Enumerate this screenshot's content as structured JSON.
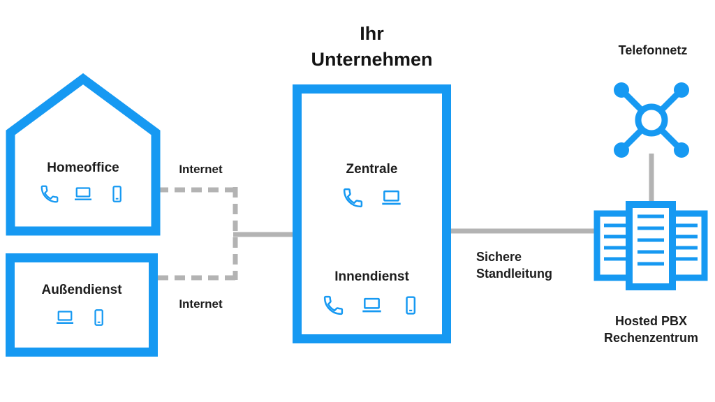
{
  "colors": {
    "accent_blue": "#1699f2",
    "line_gray": "#b3b3b3",
    "text_dark": "#1d1d1d"
  },
  "title": {
    "line1": "Ihr",
    "line2": "Unternehmen"
  },
  "homeoffice": {
    "label": "Homeoffice",
    "icons": [
      "phone-icon",
      "laptop-icon",
      "mobile-icon"
    ]
  },
  "aussendienst": {
    "label": "Außendienst",
    "icons": [
      "laptop-icon",
      "mobile-icon"
    ]
  },
  "zentrale": {
    "label": "Zentrale",
    "icons": [
      "phone-icon",
      "laptop-icon"
    ]
  },
  "innendienst": {
    "label": "Innendienst",
    "icons": [
      "phone-icon",
      "laptop-icon",
      "mobile-icon"
    ]
  },
  "telefonnetz": {
    "label": "Telefonnetz",
    "icon": "network-hub-icon"
  },
  "hosted_pbx": {
    "line1": "Hosted PBX",
    "line2": "Rechenzentrum",
    "icon": "server-rack-icon"
  },
  "connections": {
    "internet_homeoffice": "Internet",
    "internet_aussendienst": "Internet",
    "standleitung_line1": "Sichere",
    "standleitung_line2": "Standleitung"
  }
}
